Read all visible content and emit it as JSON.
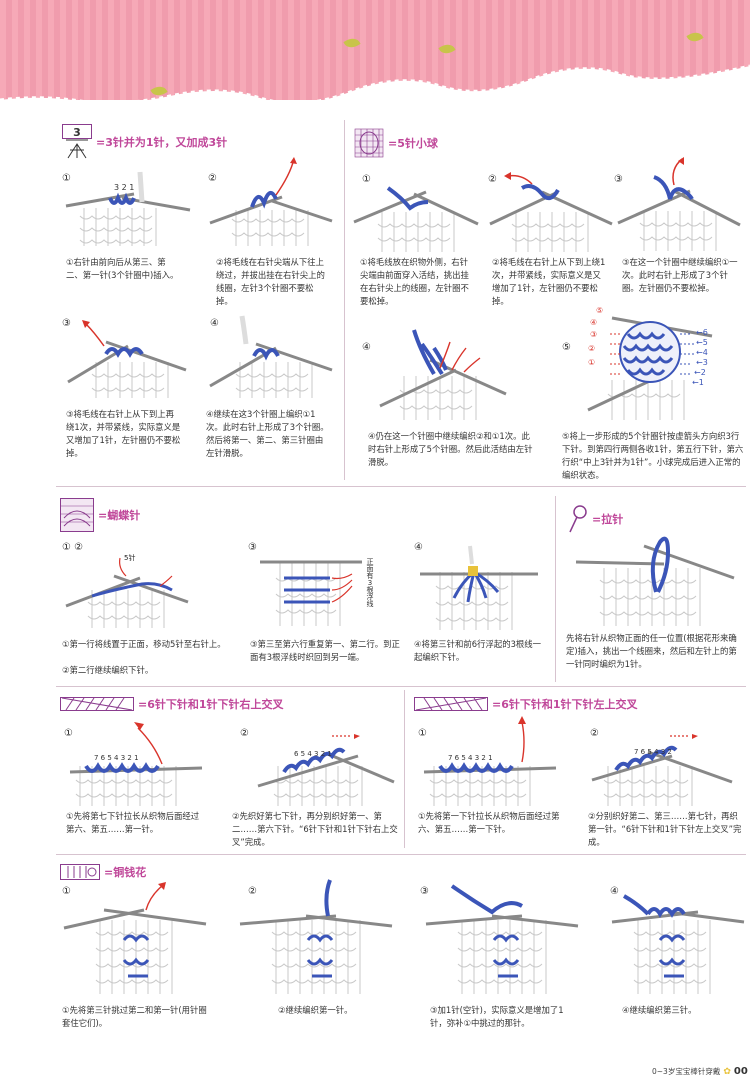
{
  "colors": {
    "yarn": "#3b55b8",
    "arrow": "#d9342b",
    "title": "#c0489a",
    "band": "#f6a9b7"
  },
  "sec1": {
    "title": "=3针并为1针，又加成3针",
    "fig_numbers": "3 2 1",
    "steps": [
      {
        "no": "①",
        "text": "①右针由前向后从第三、第二、第一针(3个针圈中)插入。"
      },
      {
        "no": "②",
        "text": "②将毛线在右针尖端从下往上绕过，并拔出挂在右针尖上的线圈，左针3个针圈不要松掉。"
      },
      {
        "no": "③",
        "text": "③将毛线在右针上从下到上再绕1次，并带紧线，实际意义是又增加了1针，左针圈仍不要松掉。"
      },
      {
        "no": "④",
        "text": "④继续在这3个针圈上编织①1次。此时右针上形成了3个针圈。然后将第一、第二、第三针圈由左针滑脱。"
      }
    ]
  },
  "sec2": {
    "title": "=5针小球",
    "steps": [
      {
        "no": "①",
        "text": "①将毛线放在织物外侧，右针尖端由前面穿入活结，挑出挂在右针尖上的线圈，左针圈不要松掉。"
      },
      {
        "no": "②",
        "text": "②将毛线在右针上从下到上绕1次，并带紧线，实际意义是又增加了1针，左针圈仍不要松掉。"
      },
      {
        "no": "③",
        "text": "③在这一个针圈中继续编织①一次。此时右针上形成了3个针圈。左针圈仍不要松掉。"
      },
      {
        "no": "④",
        "text": "④仍在这一个针圈中继续编织②和①1次。此时右针上形成了5个针圈。然后此活结由左针滑脱。"
      },
      {
        "no": "⑤",
        "text": "⑤将上一步形成的5个针圈针按虚箭头方向织3行下针。到第四行两侧各收1针，第五行下针，第六行织“中上3针并为1针”。小球完成后进入正常的编织状态。"
      }
    ],
    "fig_labels": [
      "⑤",
      "④",
      "③",
      "②",
      "①",
      "←6",
      "←5",
      "←4",
      "←3",
      "←2",
      "←1"
    ]
  },
  "sec3": {
    "title": "=蝴蝶针",
    "label_5": "5针",
    "side_text": "正面有3根浮线",
    "steps": [
      {
        "no": "① ②",
        "text1": "①第一行将线置于正面，移动5针至右针上。",
        "text2": "②第二行继续编织下针。"
      },
      {
        "no": "③",
        "text": "③第三至第六行重复第一、第二行。到正面有3根浮线时织回到另一端。"
      },
      {
        "no": "④",
        "text": "④将第三针和前6行浮起的3根线一起编织下针。"
      }
    ]
  },
  "sec4": {
    "title": "=拉针",
    "text": "先将右针从织物正面的任一位置(根据花形来确定)插入，挑出一个线圈来，然后和左针上的第一针同时编织为1针。"
  },
  "sec5": {
    "title": "=6针下针和1针下针右上交叉",
    "nums1": "7 6 5 4 3 2 1",
    "nums2": "6 5 4 3 2 1",
    "steps": [
      {
        "no": "①",
        "text": "①先将第七下针拉长从织物后面经过第六、第五……第一针。"
      },
      {
        "no": "②",
        "text": "②先织好第七下针，再分别织好第一、第二……第六下针。“6针下针和1针下针右上交叉”完成。"
      }
    ]
  },
  "sec6": {
    "title": "=6针下针和1针下针左上交叉",
    "nums1": "7 6 5 4 3 2 1",
    "nums2": "7 6 5 4 3 2",
    "steps": [
      {
        "no": "①",
        "text": "①先将第一下针拉长从织物后面经过第六、第五……第一下针。"
      },
      {
        "no": "②",
        "text": "②分别织好第二、第三……第七针，再织第一针。“6针下针和1针下针左上交叉”完成。"
      }
    ]
  },
  "sec7": {
    "title": "=铜钱花",
    "steps": [
      {
        "no": "①",
        "text": "①先将第三针挑过第二和第一针(用针圈套住它们)。"
      },
      {
        "no": "②",
        "text": "②继续编织第一针。"
      },
      {
        "no": "③",
        "text": "③加1针(空针)，实际意义是增加了1针，弥补①中挑过的那针。"
      },
      {
        "no": "④",
        "text": "④继续编织第三针。"
      }
    ]
  },
  "footer": {
    "text": "0~3岁宝宝棒针穿戴",
    "page": "00"
  }
}
